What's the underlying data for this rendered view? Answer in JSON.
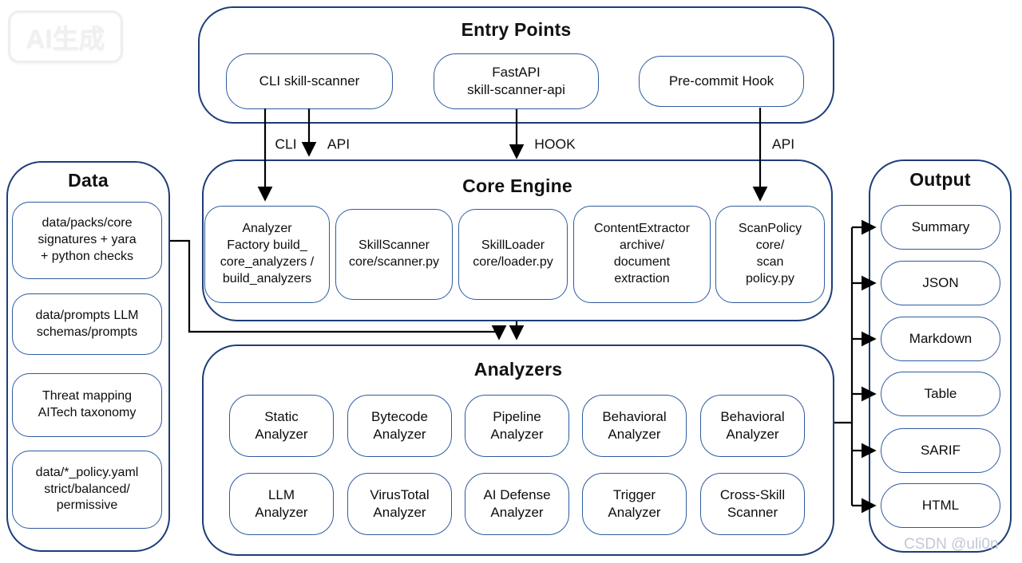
{
  "watermark_ai": "AI生成",
  "watermark_csdn": "CSDN @uli0n",
  "entry": {
    "title": "Entry Points",
    "items": [
      "CLI skill-scanner",
      "FastAPI\nskill-scanner-api",
      "Pre-commit Hook"
    ]
  },
  "edge_labels": {
    "cli": "CLI",
    "api_left": "API",
    "hook": "HOOK",
    "api_right": "API"
  },
  "core": {
    "title": "Core Engine",
    "items": [
      "Analyzer\nFactory build_\ncore_analyzers /\nbuild_analyzers",
      "SkillScanner\ncore/scanner.py",
      "SkillLoader\ncore/loader.py",
      "ContentExtractor\narchive/\ndocument\nextraction",
      "ScanPolicy\ncore/\nscan\npolicy.py"
    ]
  },
  "analyzers": {
    "title": "Analyzers",
    "row1": [
      "Static\nAnalyzer",
      "Bytecode\nAnalyzer",
      "Pipeline\nAnalyzer",
      "Behavioral\nAnalyzer",
      "Behavioral\nAnalyzer"
    ],
    "row2": [
      "LLM\nAnalyzer",
      "VirusTotal\nAnalyzer",
      "AI Defense\nAnalyzer",
      "Trigger\nAnalyzer",
      "Cross-Skill\nScanner"
    ]
  },
  "data_panel": {
    "title": "Data",
    "items": [
      "data/packs/core\nsignatures + yara\n+ python checks",
      "data/prompts LLM\nschemas/prompts",
      "Threat mapping\nAITech taxonomy",
      "data/*_policy.yaml\nstrict/balanced/\npermissive"
    ]
  },
  "output_panel": {
    "title": "Output",
    "items": [
      "Summary",
      "JSON",
      "Markdown",
      "Table",
      "SARIF",
      "HTML"
    ]
  },
  "colors": {
    "panel_border": "#1d3d78",
    "node_border": "#2e5b9e",
    "arrow": "#000000",
    "watermark_gray": "#c3c8d3"
  }
}
